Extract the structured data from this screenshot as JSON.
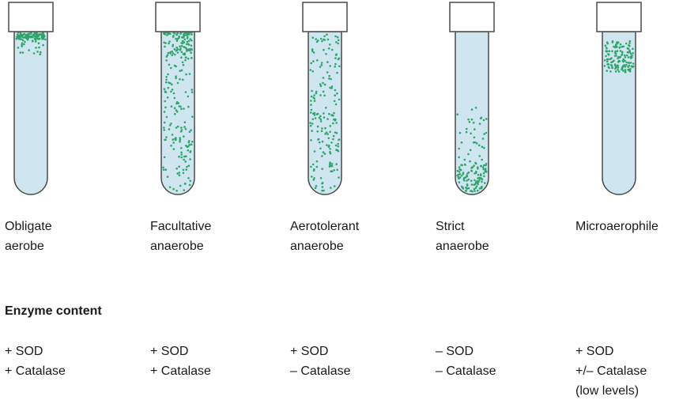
{
  "heading": "Enzyme content",
  "colors": {
    "medium": "#cfe6f1",
    "tube_stroke": "#4a4a4a",
    "cap_fill": "#ffffff",
    "bacteria": "#2ea56a"
  },
  "organisms": [
    {
      "name_lines": [
        "Obligate",
        "aerobe"
      ],
      "enzyme_lines": [
        "+ SOD",
        "+ Catalase"
      ],
      "growth": "top-surface"
    },
    {
      "name_lines": [
        "Facultative",
        "anaerobe"
      ],
      "enzyme_lines": [
        "+ SOD",
        "+ Catalase"
      ],
      "growth": "throughout-dense-top"
    },
    {
      "name_lines": [
        "Aerotolerant",
        "anaerobe"
      ],
      "enzyme_lines": [
        "+ SOD",
        "– Catalase"
      ],
      "growth": "uniform"
    },
    {
      "name_lines": [
        "Strict",
        "anaerobe"
      ],
      "enzyme_lines": [
        "– SOD",
        "– Catalase"
      ],
      "growth": "bottom"
    },
    {
      "name_lines": [
        "Microaerophile"
      ],
      "enzyme_lines": [
        "+ SOD",
        "+/– Catalase",
        "(low levels)"
      ],
      "growth": "band-below-surface"
    }
  ]
}
